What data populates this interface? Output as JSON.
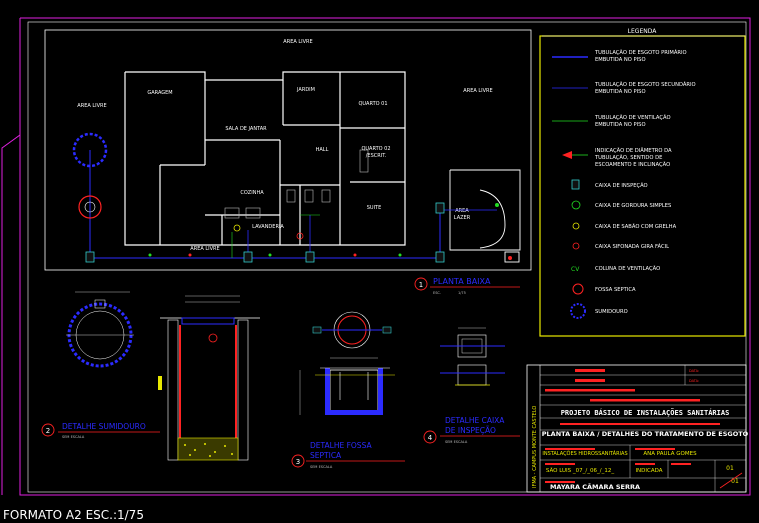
{
  "plan": {
    "rooms": {
      "area_livre_top": "AREA LIVRE",
      "area_livre_left": "AREA LIVRE",
      "area_livre_right": "AREA LIVRE",
      "area_livre_bottom": "AREA LIVRE",
      "garagem": "GARAGEM",
      "sala_jantar": "SALA DE JANTAR",
      "jardim": "JARDIM",
      "quarto_01": "QUARTO 01",
      "quarto_02": "QUARTO 02",
      "escrit": "/ESCRIT.",
      "hall": "HALL",
      "cozinha": "COZINHA",
      "lavanderia": "LAVANDERIA",
      "suite": "SUITE",
      "area_lazer_1": "AREA",
      "area_lazer_2": "LAZER"
    },
    "title": "PLANTA BAIXA",
    "num": "1",
    "scale_label": "ESC.",
    "scale_val": "1/75"
  },
  "legend": {
    "title": "LEGENDA",
    "items": [
      {
        "text1": "TUBULAÇÃO DE ESGOTO PRIMÁRIO",
        "text2": "EMBUTIDA NO PISO"
      },
      {
        "text1": "TUBULAÇÃO DE ESGOTO SECUNDÁRIO",
        "text2": "EMBUTIDA NO PISO"
      },
      {
        "text1": "TUBULAÇÃO DE VENTILAÇÃO",
        "text2": "EMBUTIDA NO PISO"
      },
      {
        "text1": "INDICAÇÃO DE DIÂMETRO DA",
        "text2": "TUBULAÇÃO, SENTIDO DE",
        "text3": "ESCOAMENTO E INCLINAÇÃO"
      },
      {
        "text1": "CAIXA DE INSPEÇÃO"
      },
      {
        "text1": "CAIXA DE GORDURA SIMPLES"
      },
      {
        "text1": "CAIXA DE SABÃO COM GRELHA"
      },
      {
        "text1": "CAIXA SIFONADA GIRA FÁCIL"
      },
      {
        "text1": "COLUNA DE VENTILAÇÃO"
      },
      {
        "text1": "FOSSA SEPTICA"
      },
      {
        "text1": "SUMIDOURO"
      }
    ]
  },
  "details": {
    "sumidouro": {
      "num": "2",
      "line1": "DETALHE SUMIDOURO",
      "scale": "SEM ESCALA"
    },
    "fossa": {
      "num": "3",
      "line1": "DETALHE FOSSA",
      "line2": "SEPTICA",
      "scale": "SEM ESCALA"
    },
    "caixa": {
      "num": "4",
      "line1": "DETALHE CAIXA",
      "line2": "DE INSPEÇÃO",
      "scale": "SEM ESCALA"
    }
  },
  "title_block": {
    "side_label": "IFMA - CAMPUS MONTE CASTELO",
    "data_label_1": "DATA:",
    "data_label_2": "DATA:",
    "project_title": "PROJETO BÁSICO DE INSTALAÇÕES SANITÁRIAS",
    "sheet_title": "PLANTA BAIXA / DETALHES DO TRATAMENTO DE ESGOTO",
    "subject": "INSTALAÇÕES HIDROSSANITÁRIAS",
    "author": "ANA PAULA GOMES",
    "location": "SÃO LUIS _07_/_06_/_12_",
    "scale": "INDICADA",
    "sheet": "01",
    "sheet_total": "01",
    "student": "MAYARA CÂMARA SERRA"
  },
  "format_label": "FORMATO A2 ESC.:1/75",
  "colors": {
    "wall": "#ffffff",
    "primary_pipe": "#2b2bff",
    "secondary_pipe": "#2b2bff",
    "vent_pipe": "#22dd22",
    "red": "#ff2222",
    "yellow": "#e8e800",
    "magenta": "#e020e0",
    "dim_text": "#bbbbbb"
  }
}
